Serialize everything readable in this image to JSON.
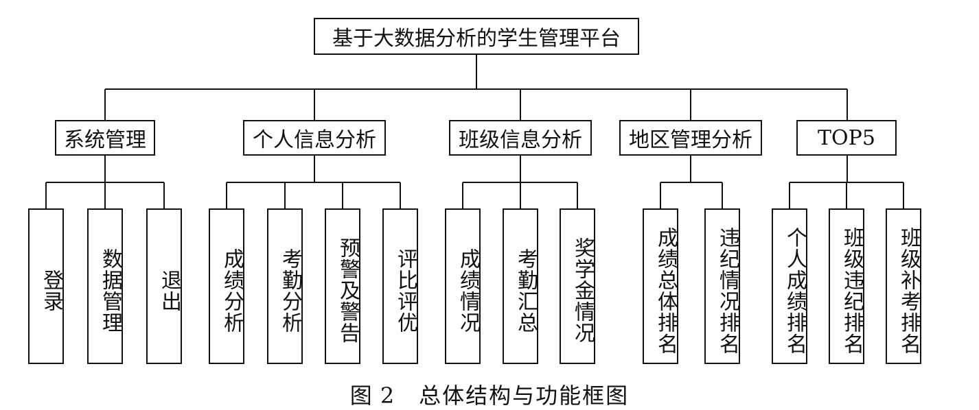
{
  "root": {
    "label": "基于大数据分析的学生管理平台"
  },
  "modules": [
    {
      "id": "system",
      "label": "系统管理",
      "children": [
        "登录",
        "数据管理",
        "退出"
      ]
    },
    {
      "id": "personal",
      "label": "个人信息分析",
      "children": [
        "成绩分析",
        "考勤分析",
        "预警及警告",
        "评比评优"
      ]
    },
    {
      "id": "class",
      "label": "班级信息分析",
      "children": [
        "成绩情况",
        "考勤汇总",
        "奖学金情况"
      ]
    },
    {
      "id": "region",
      "label": "地区管理分析",
      "children": [
        "成绩总体排名",
        "违纪情况排名"
      ]
    },
    {
      "id": "top5",
      "label": "TOP5",
      "children": [
        "个人成绩排名",
        "班级违纪排名",
        "班级补考排名"
      ]
    }
  ],
  "caption": {
    "figure": "图",
    "number": "2",
    "title": "总体结构与功能框图"
  }
}
